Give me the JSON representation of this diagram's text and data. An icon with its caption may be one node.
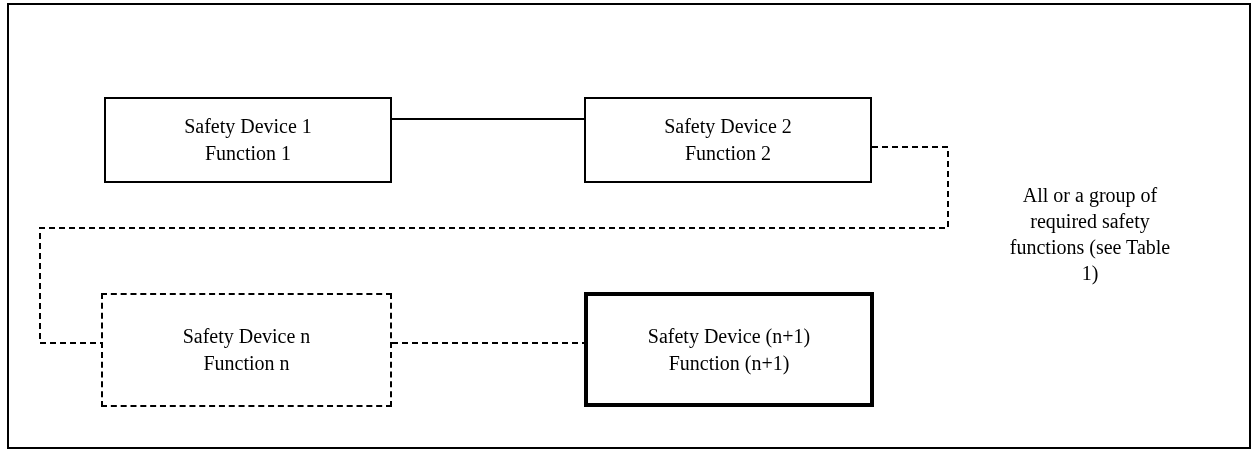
{
  "diagram": {
    "nodes": [
      {
        "text": [
          "Safety Device 1",
          "Function 1"
        ]
      },
      {
        "text": [
          "Safety Device 2",
          "Function 2"
        ]
      },
      {
        "text": [
          "Safety Device n",
          "Function n"
        ]
      },
      {
        "text": [
          "Safety Device (n+1)",
          "Function (n+1)"
        ]
      }
    ],
    "edges": [
      {
        "from": 0,
        "to": 1,
        "arrow": "none"
      },
      {
        "from": 1,
        "to": 2,
        "arrow": "none",
        "style": "dashed"
      },
      {
        "from": 2,
        "to": 3,
        "arrow": "none",
        "style": "dashed"
      }
    ],
    "labels": [
      "All or a group of required safety functions (see Table 1)"
    ]
  }
}
